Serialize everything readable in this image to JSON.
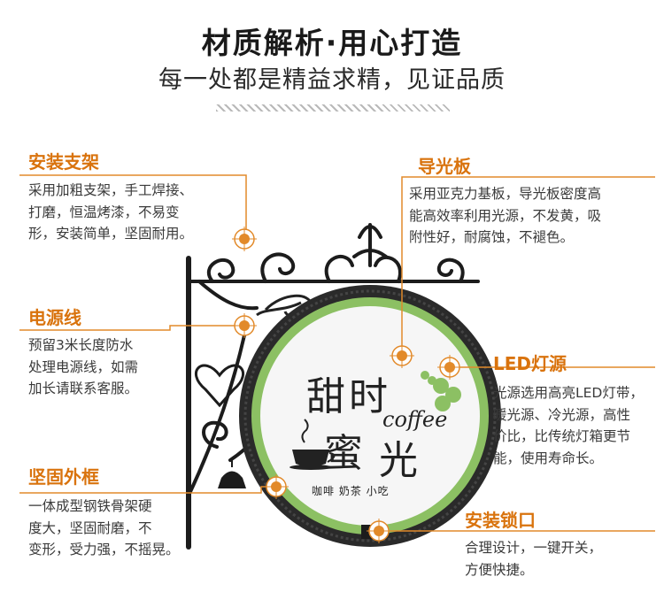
{
  "header": {
    "title": "材质解析·用心打造",
    "subtitle": "每一处都是精益求精，见证品质"
  },
  "accent_color": "#d9730d",
  "features": {
    "bracket": {
      "title": "安装支架",
      "lines": [
        "采用加粗支架，手工焊接、",
        "打磨，恒温烤漆，不易变",
        "形，安装简单，坚固耐用。"
      ]
    },
    "cable": {
      "title": "电源线",
      "lines": [
        "预留3米长度防水",
        "处理电源线，如需",
        "加长请联系客服。"
      ]
    },
    "frame": {
      "title": "坚固外框",
      "lines": [
        "一体成型钢铁骨架硬",
        "度大，坚固耐磨，不",
        "变形，受力强，不摇晃。"
      ]
    },
    "light_guide": {
      "title": "导光板",
      "lines": [
        "采用亚克力基板，导光板密度高",
        "能高效率利用光源，不发黄，吸",
        "附性好，耐腐蚀，不褪色。"
      ]
    },
    "led": {
      "title": "LED灯源",
      "lines": [
        "光源选用高亮LED灯带，",
        "暖光源、冷光源，高性",
        "价比，比传统灯箱更节",
        "能，使用寿命长。"
      ]
    },
    "lock": {
      "title": "安装锁口",
      "lines": [
        "合理设计，一键开关，",
        "方便快捷。"
      ]
    }
  },
  "sign": {
    "main_chars": [
      "甜",
      "时",
      "蜜",
      "光"
    ],
    "coffee_word": "coffee",
    "menu_line": "咖啡 奶茶 小吃"
  }
}
